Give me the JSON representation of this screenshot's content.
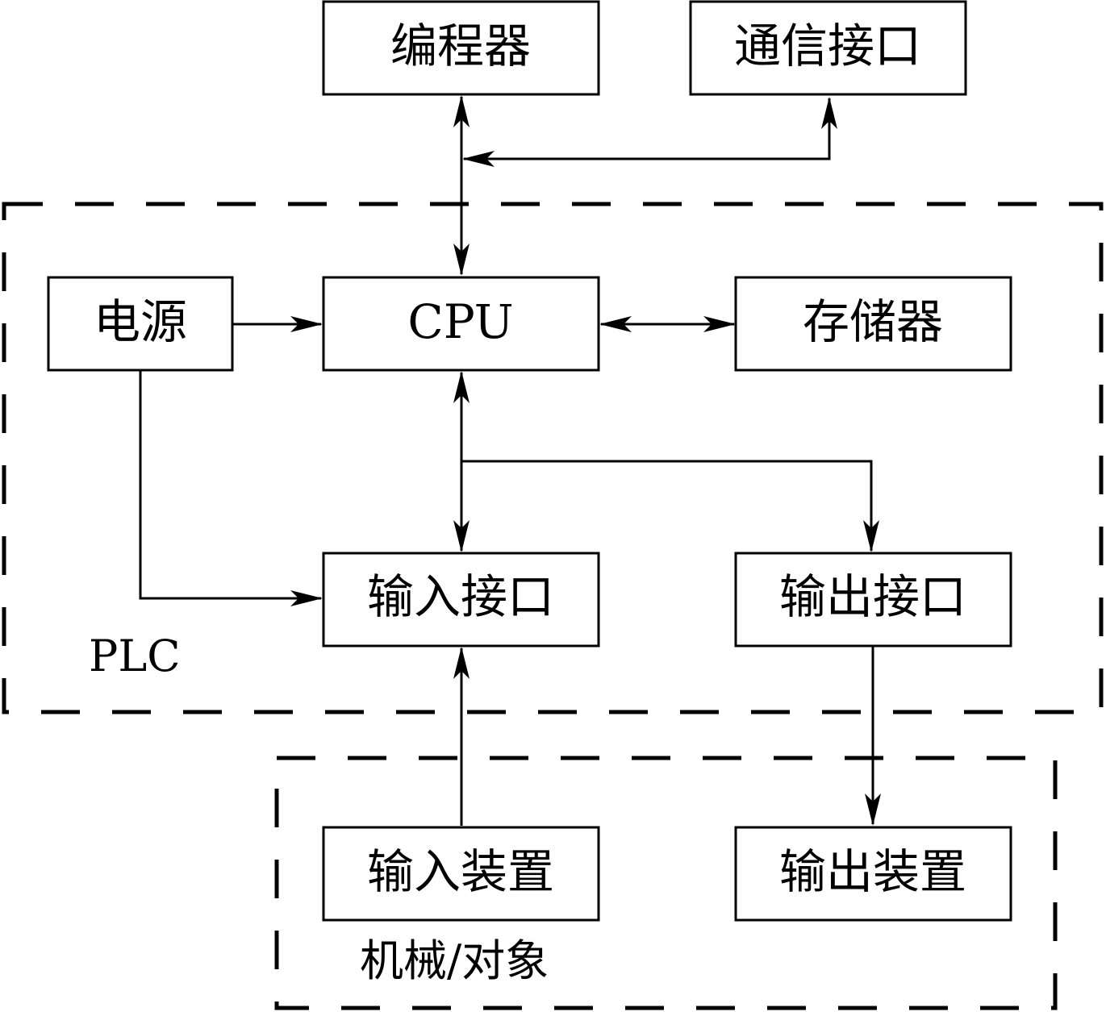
{
  "diagram": {
    "nodes": {
      "programmer": "编程器",
      "comm_interface": "通信接口",
      "power": "电源",
      "cpu": "CPU",
      "memory": "存储器",
      "input_interface": "输入接口",
      "output_interface": "输出接口",
      "input_device": "输入装置",
      "output_device": "输出装置"
    },
    "regions": {
      "plc": "PLC",
      "machine": "机械/对象"
    },
    "edges": [
      {
        "from": "programmer",
        "to": "cpu",
        "bidirectional": true
      },
      {
        "from": "comm_interface",
        "to": "cpu",
        "bidirectional": true
      },
      {
        "from": "power",
        "to": "cpu",
        "bidirectional": false
      },
      {
        "from": "cpu",
        "to": "memory",
        "bidirectional": true
      },
      {
        "from": "power",
        "to": "input_interface",
        "bidirectional": false
      },
      {
        "from": "cpu",
        "to": "input_interface",
        "bidirectional": true
      },
      {
        "from": "cpu",
        "to": "output_interface",
        "bidirectional": false
      },
      {
        "from": "input_device",
        "to": "input_interface",
        "bidirectional": false
      },
      {
        "from": "output_interface",
        "to": "output_device",
        "bidirectional": false
      }
    ]
  }
}
